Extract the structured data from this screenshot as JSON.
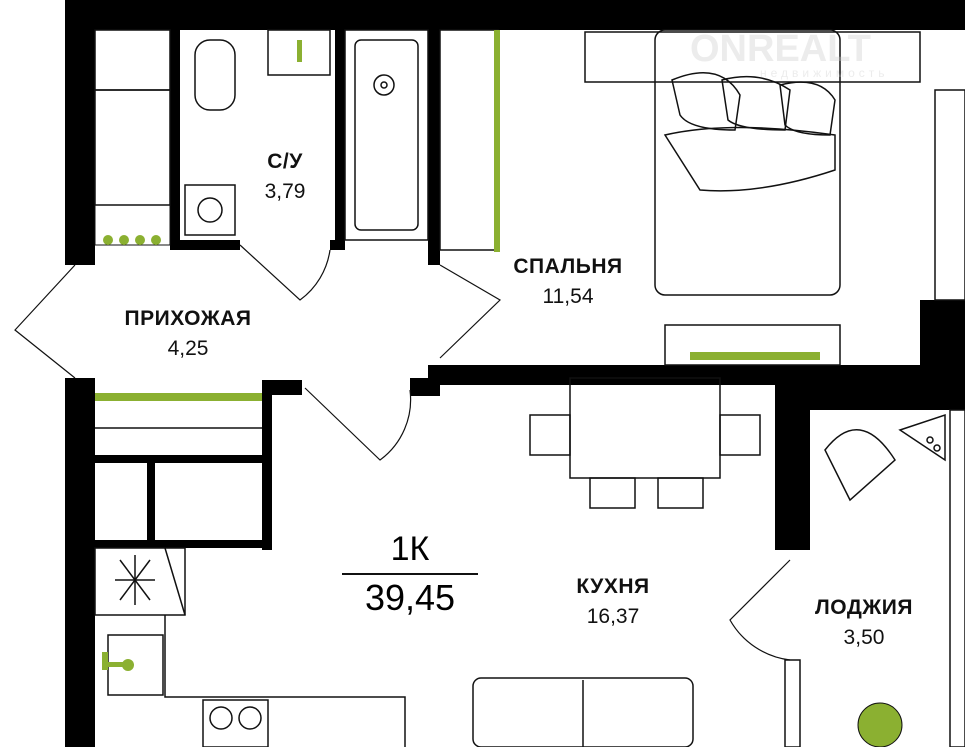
{
  "plan": {
    "type": "1К",
    "total_area": "39,45",
    "accent_color": "#8bb031",
    "watermark": {
      "brand": "ONREALT",
      "tagline": "недвижимость"
    },
    "rooms": [
      {
        "name": "С/У",
        "area": "3,79"
      },
      {
        "name": "СПАЛЬНЯ",
        "area": "11,54"
      },
      {
        "name": "ПРИХОЖАЯ",
        "area": "4,25"
      },
      {
        "name": "КУХНЯ",
        "area": "16,37"
      },
      {
        "name": "ЛОДЖИЯ",
        "area": "3,50"
      }
    ]
  }
}
